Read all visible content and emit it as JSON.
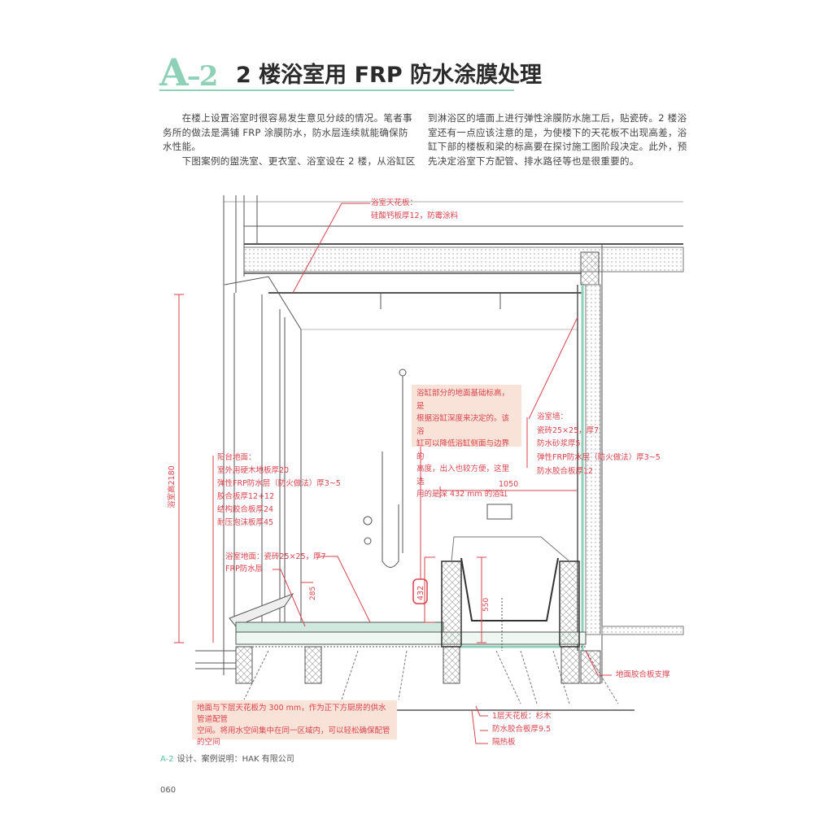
{
  "header": {
    "section_code": "A",
    "section_num": "–2",
    "title": "2 楼浴室用 FRP 防水涂膜处理"
  },
  "body": {
    "left_lines": [
      "　　在楼上设置浴室时很容易发生意见分歧的情况。笔者事",
      "务所的做法是满铺 FRP 涂膜防水，防水层连续就能确保防",
      "水性能。",
      "　　下图案例的盥洗室、更衣室、浴室设在 2 楼，从浴缸区"
    ],
    "right_lines": [
      "到淋浴区的墙面上进行弹性涂膜防水施工后，贴瓷砖。2 楼浴",
      "室还有一点应该注意的是，为使楼下的天花板不出现高差，浴",
      "缸下部的楼板和梁的标高要在探讨施工图阶段决定。此外，预",
      "先决定浴室下方配管、排水路径等也是很重要的。"
    ]
  },
  "diagram": {
    "ceiling_label": [
      "浴室天花板：",
      "硅酸钙板厚12，防霉涂料"
    ],
    "tub_note": [
      "浴缸部分的地面基础标高，是",
      "根据浴缸深度来决定的。该浴",
      "缸可以降低浴缸侧面与边界的",
      "高度，出入也较方便，这里选",
      "用的是深 432 mm 的浴缸"
    ],
    "wall_label": [
      "浴室墙：",
      "瓷砖25×25，厚7",
      "防水砂浆厚5",
      "弹性FRP防水层（防火做法）厚3~5",
      "防水胶合板厚12"
    ],
    "balcony_label": [
      "阳台地面：",
      "室外用硬木地板厚20",
      "弹性FRP防水层（防火做法）厚3~5",
      "胶合板厚12+12",
      "结构胶合板厚24",
      "耐压泡沫板厚45"
    ],
    "bath_floor_label": [
      "浴室地面：瓷砖25×25，厚7",
      "FRP防水层"
    ],
    "floor_note": [
      "地面与下层天花板为 300 mm，作为正下方厨房的供水管道配管",
      "空间。将用水空间集中在同一区域内，可以轻松确保配管",
      "的空间"
    ],
    "support_label": "地面胶合板支撑",
    "lower_labels": [
      "1层天花板：杉木",
      "防水胶合板厚9.5",
      "隔热板"
    ],
    "dims": {
      "height": "浴室高2180",
      "width": "1050",
      "tub_step": "432",
      "tub_depth": "550",
      "floor_step": "285"
    }
  },
  "footer": {
    "code": "A-2",
    "credit": "设计、案例说明：HAK 有限公司",
    "page": "060"
  },
  "colors": {
    "accent": "#8fd1b8",
    "annotation": "#d9434c",
    "note_bg": "#f9e2d8"
  }
}
